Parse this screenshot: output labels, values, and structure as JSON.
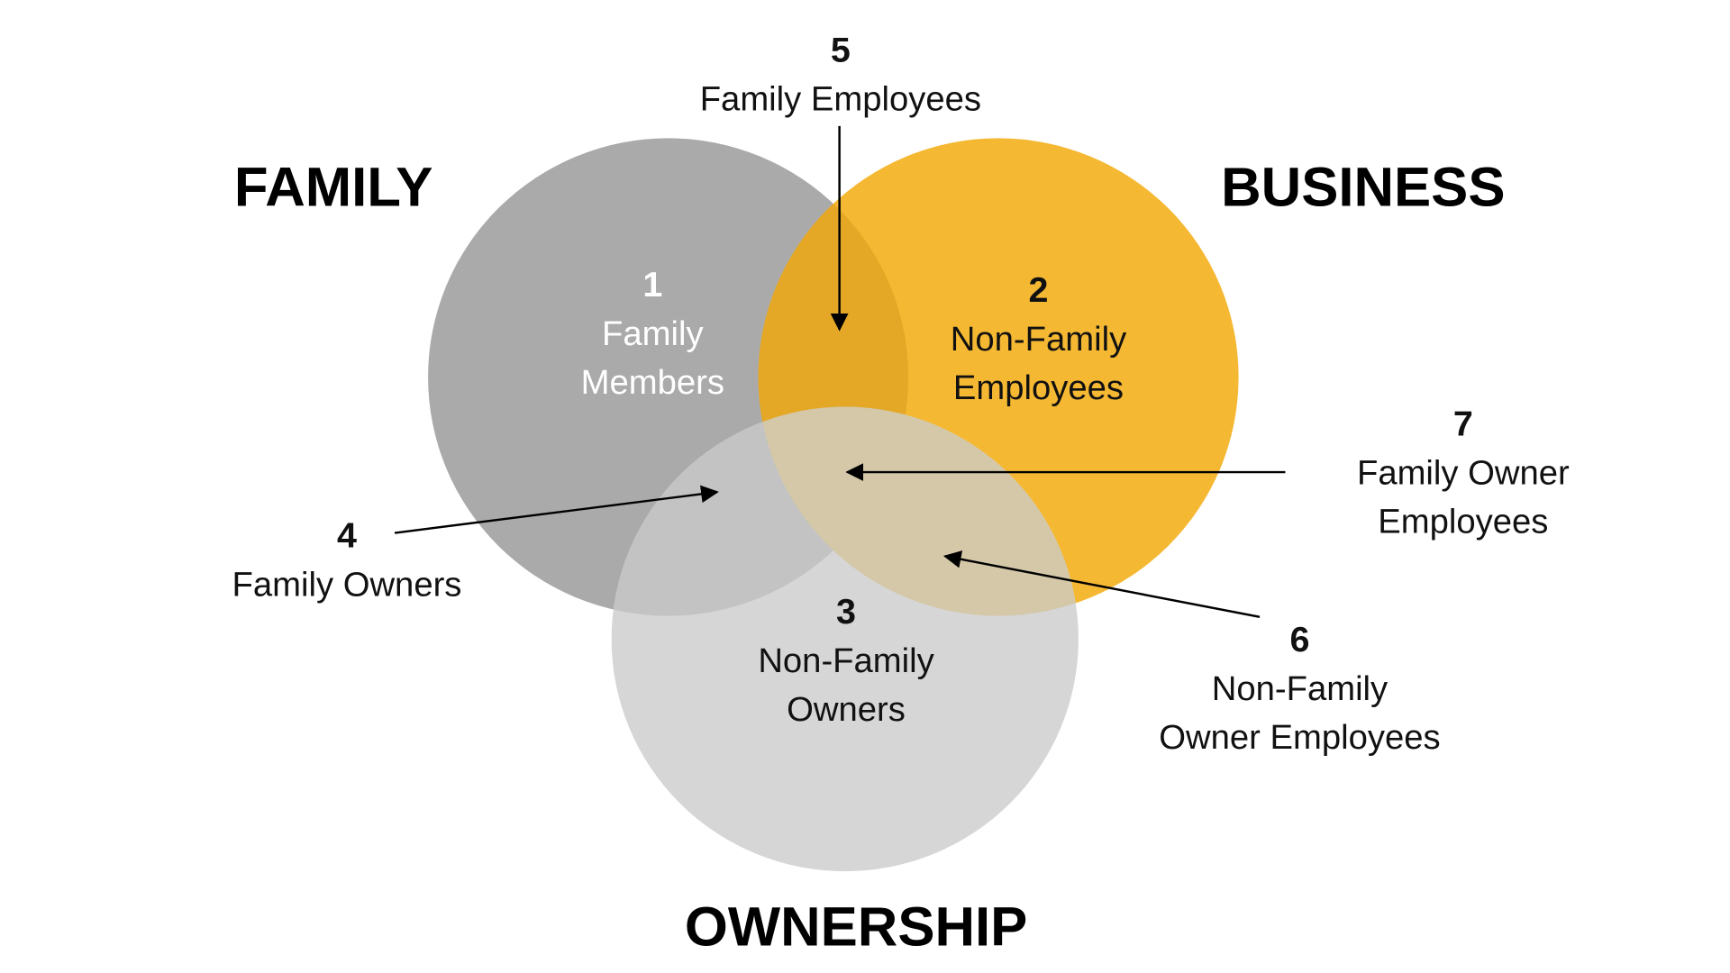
{
  "headings": {
    "family": "FAMILY",
    "business": "BUSINESS",
    "ownership": "OWNERSHIP"
  },
  "regions": [
    {
      "number": "1",
      "lines": [
        "Family",
        "Members"
      ]
    },
    {
      "number": "2",
      "lines": [
        "Non-Family",
        "Employees"
      ]
    },
    {
      "number": "3",
      "lines": [
        "Non-Family",
        "Owners"
      ]
    },
    {
      "number": "4",
      "lines": [
        "Family Owners"
      ]
    },
    {
      "number": "5",
      "lines": [
        "Family Employees"
      ]
    },
    {
      "number": "6",
      "lines": [
        "Non-Family",
        "Owner Employees"
      ]
    },
    {
      "number": "7",
      "lines": [
        "Family Owner",
        "Employees"
      ]
    }
  ],
  "colors": {
    "family": "#aaaaaa",
    "business": "#f5b833",
    "ownership": "#d6d6d6",
    "family_business": "#e5a826",
    "family_ownership": "#c3c3c3",
    "business_ownership": "#d4c8a9"
  }
}
